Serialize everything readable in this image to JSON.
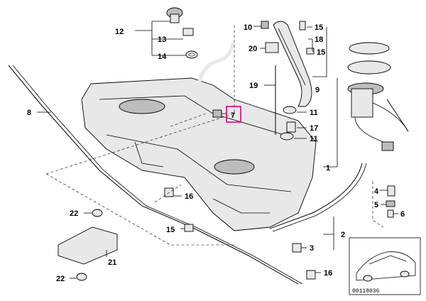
{
  "diagram": {
    "callouts": {
      "c1": "1",
      "c2": "2",
      "c3": "3",
      "c4": "4",
      "c5": "5",
      "c6": "6",
      "c7": "7",
      "c8": "8",
      "c9": "9",
      "c10": "10",
      "c11a": "11",
      "c11b": "11",
      "c12": "12",
      "c13": "13",
      "c14": "14",
      "c15a": "15",
      "c15b": "15",
      "c15c": "15",
      "c16a": "16",
      "c16b": "16",
      "c17": "17",
      "c18": "18",
      "c19": "19",
      "c20": "20",
      "c21": "21",
      "c22a": "22",
      "c22b": "22"
    },
    "highlighted_part": "7",
    "reference_id": "00118036",
    "highlight_color": "#e3007a"
  }
}
